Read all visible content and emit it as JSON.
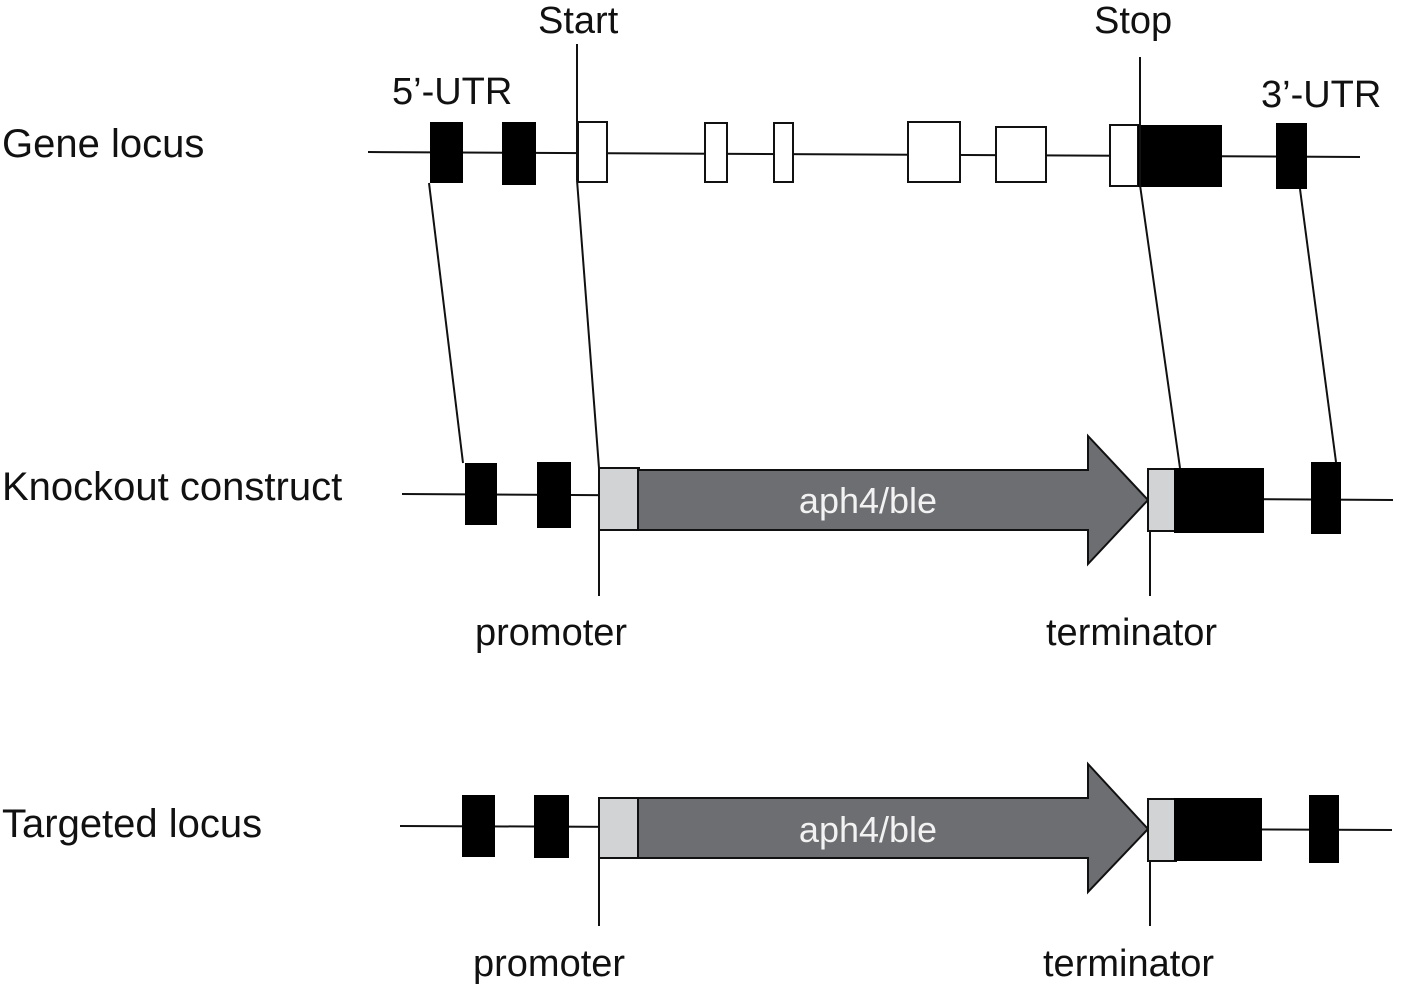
{
  "rows": {
    "gene_locus": "Gene locus",
    "knockout_construct": "Knockout construct",
    "targeted_locus": "Targeted locus"
  },
  "annotations": {
    "utr5": "5’-UTR",
    "start": "Start",
    "stop": "Stop",
    "utr3": "3’-UTR"
  },
  "construct": {
    "gene_name": "aph4/ble",
    "promoter": "promoter",
    "terminator": "terminator"
  },
  "targeted": {
    "gene_name": "aph4/ble",
    "promoter": "promoter",
    "terminator": "terminator"
  },
  "colors": {
    "utr_exon": "#000000",
    "coding_exon": "#ffffff",
    "cassette_arrow": "#6d6e71",
    "regulatory_element": "#d1d3d4",
    "line": "#111111"
  }
}
